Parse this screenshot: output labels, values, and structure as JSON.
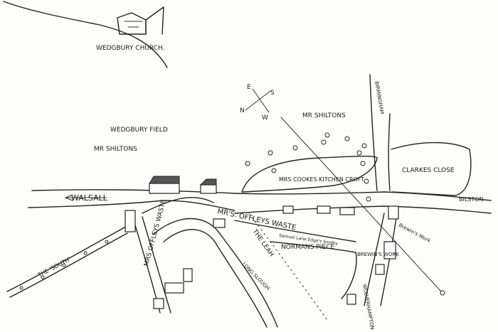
{
  "labels": {
    "church": "WEDGBURY CHURCH.",
    "field": "WEDGBURY FIELD",
    "shiltons_left": "MR SHILTONS",
    "shiltons_top": "MR SHILTONS",
    "walsall": "WALSALL",
    "birmingham": "BIRMINGHAM",
    "clarkes_close": "CLARKES CLOSE",
    "bilston": "BILSTON",
    "cookes_croft": "MRS COOKES KITCHEN CROFT",
    "offleys_waste": "MR'S. OFFLEYS WASTE",
    "offleys_waste_left": "MRS OFFLEYS WASTE",
    "normans_piece": "NORMANS PIECE",
    "the_leah": "THE LEAH",
    "the_south": "THE 'SOUTH'",
    "long_slough": "LONG SLOUGH",
    "brewins_work_1": "Brewin's Work",
    "brewins_work_2": "BREWIN'S WORK",
    "samuel_lane_edge": "Samuel Lane Edge's Smithy",
    "wolverhampton": "WOLVERHAMPTON",
    "compass_n": "N",
    "compass_s": "S",
    "compass_e": "E",
    "compass_w": "W"
  },
  "colors": {
    "ink": "#222222",
    "paper": "#fdfdfb"
  }
}
